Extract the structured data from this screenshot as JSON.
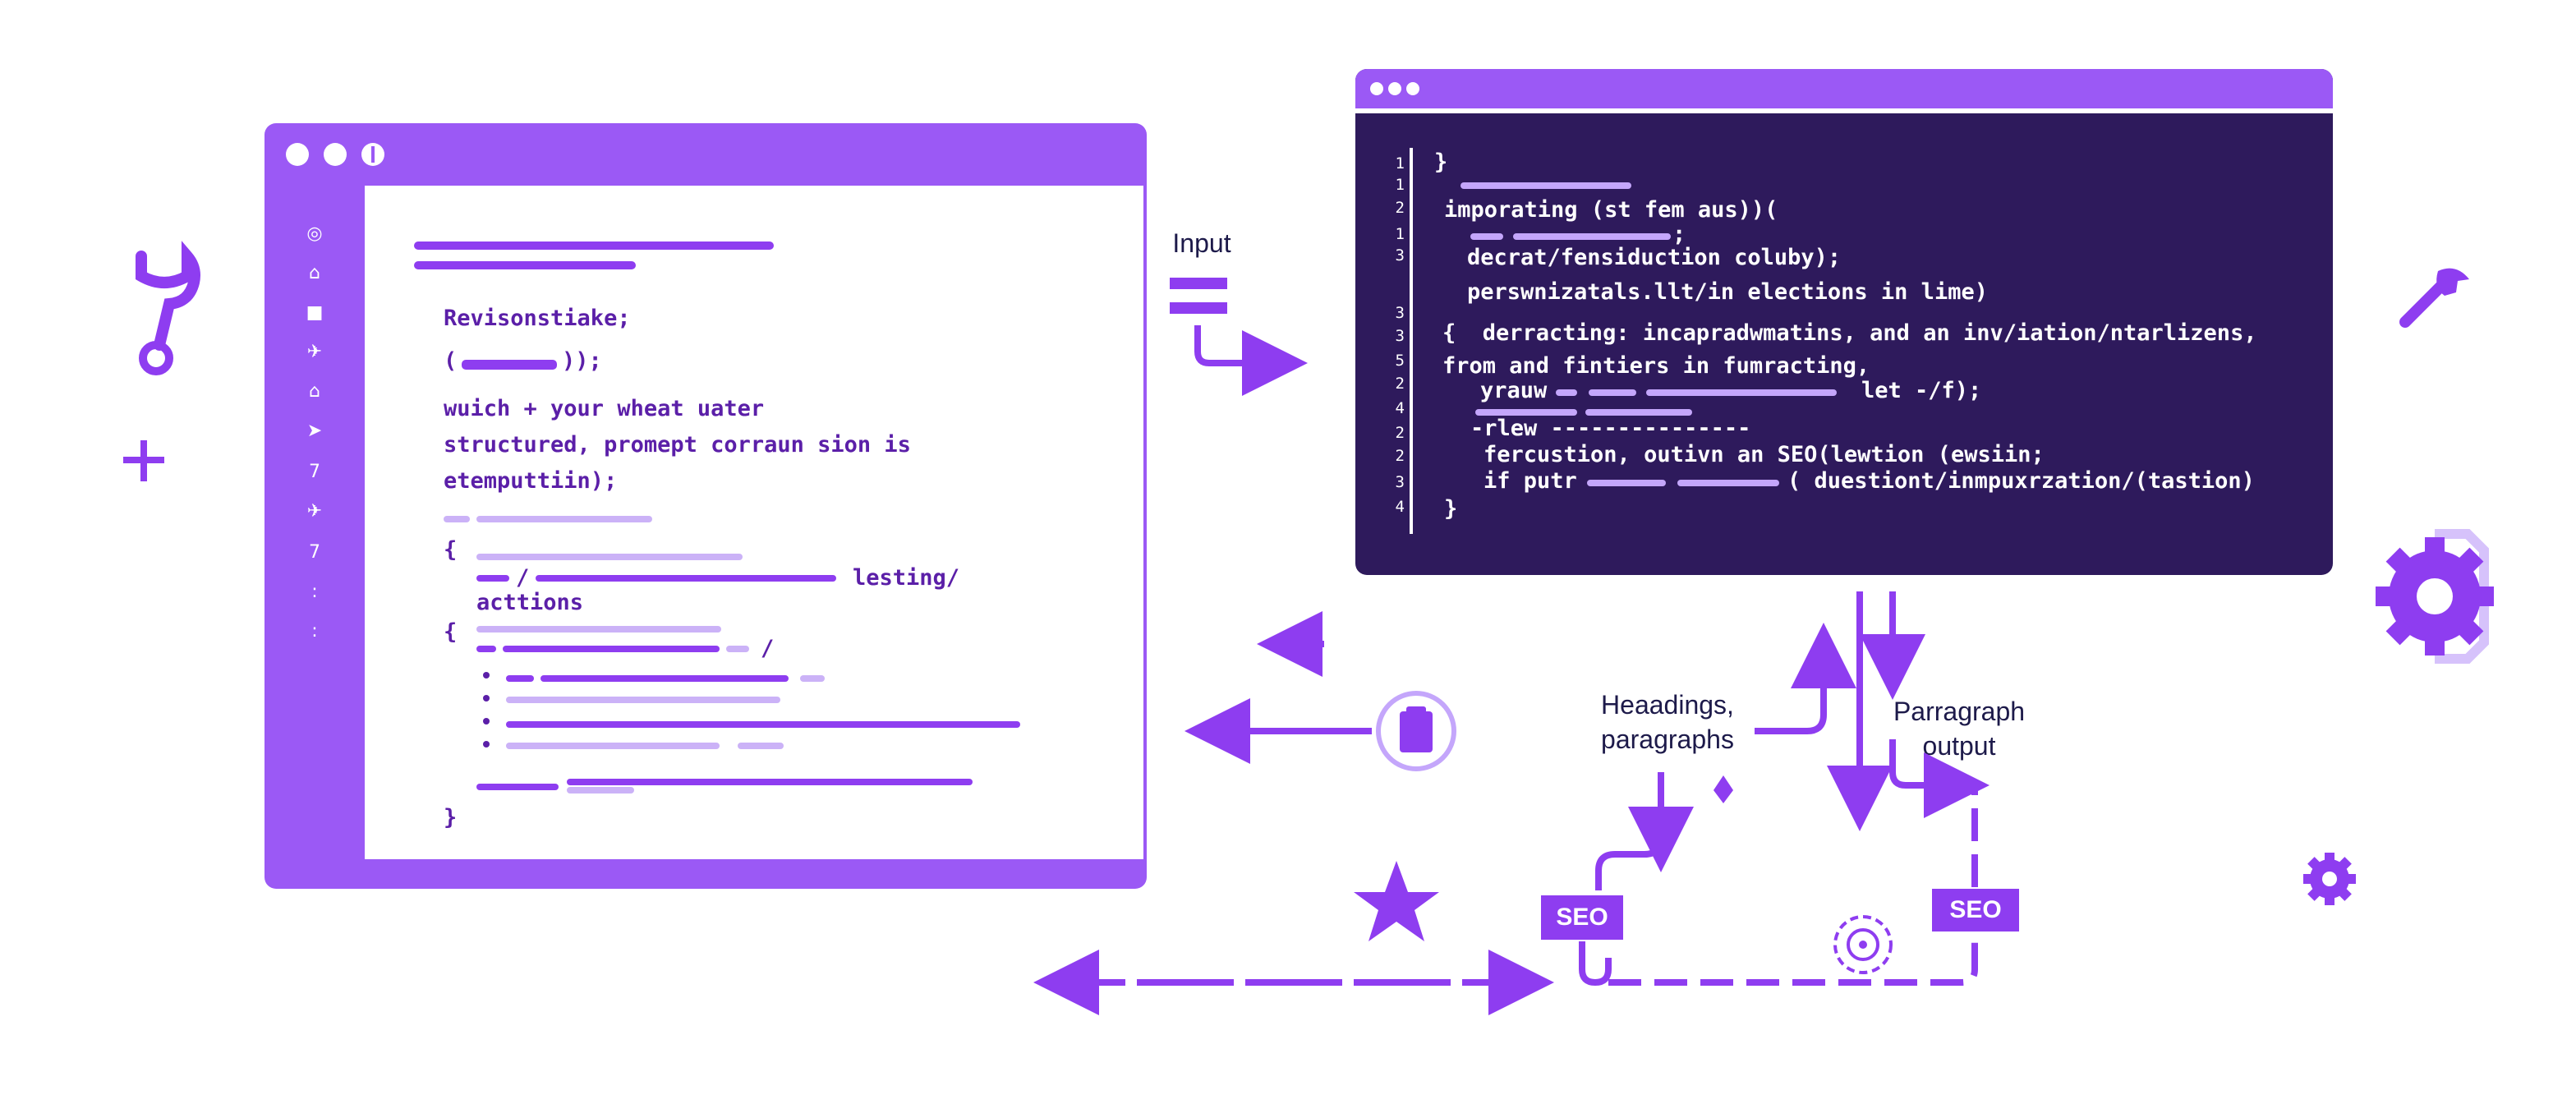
{
  "left_editor": {
    "heading": "Revisonstiake;",
    "call_open": "(",
    "call_close": "));",
    "line1": "wuich + your wheat uater",
    "line2": "structured, promept corraun sion is",
    "line3": "etemputtiin);",
    "brace_open1": "{",
    "slash1": "/",
    "lesting": "lesting/",
    "actions": "acttions",
    "brace_open2": "{",
    "slash2": "/",
    "brace_close": "}",
    "sidebar_icons": [
      "search-icon",
      "home-icon",
      "square-icon",
      "pin-icon",
      "home-alt-icon",
      "cursor-icon",
      "seven-glyph",
      "pin-alt-icon",
      "seven-glyph-2",
      "dots-icon",
      "dot-icon"
    ]
  },
  "right_editor": {
    "line_numbers": [
      "1",
      "1",
      "2",
      "1",
      "3",
      "3",
      "3",
      "5",
      "2",
      "4",
      "2",
      "2",
      "3",
      "4"
    ],
    "lines": [
      "}",
      "imporating (st fem aus))(",
      ";",
      "decrat/fensiduction coluby);",
      "perswnizatals.llt/in elections in lime)",
      "{  derracting: incapradwmatins, and an inv/iation/ntarlizens,",
      "from and fintiers in fumracting,",
      "yrauw",
      "let -/f);",
      "-rlew ---------------",
      "fercustion, outivn an SEO(lewtion (ewsiin;",
      "if putr",
      "( duestiont/inmpuxrzation/(tastion)",
      "}"
    ]
  },
  "labels": {
    "input": "Input",
    "headings": "Heaadings,\nparagraphs",
    "paragraph_output": "Parragraph\noutput",
    "seo1": "SEO",
    "seo2": "SEO"
  },
  "colors": {
    "accent": "#9b59f5",
    "accent_dark": "#8e3df0",
    "light_bar": "#cbb2f7",
    "code_bg": "#2e1a5c",
    "text_dark": "#1d1a4a"
  },
  "decorative_icons": [
    "wrench-icon",
    "plus-icon",
    "wrench-small-icon",
    "gear-icon",
    "gear-small-icon",
    "star-icon",
    "cog-outline-icon",
    "clipboard-icon"
  ]
}
